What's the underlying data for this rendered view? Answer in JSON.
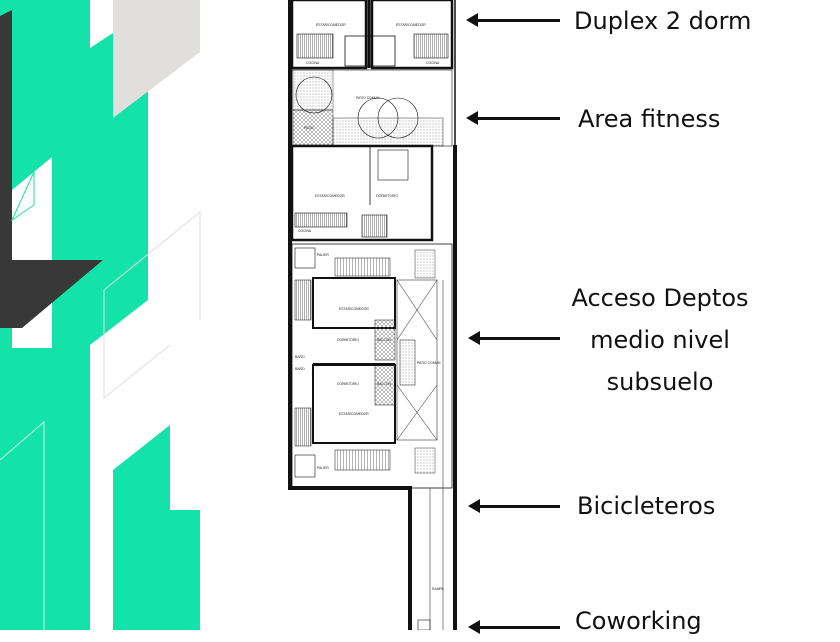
{
  "colors": {
    "accent": "#14e3a9",
    "dark": "#383838",
    "grey": "#e0dfdc"
  },
  "labels": {
    "duplex": "Duplex 2 dorm",
    "fitness": "Area fitness",
    "acceso_1": "Acceso Deptos",
    "acceso_2": "medio nivel",
    "acceso_3": "subsuelo",
    "bicicleteros": "Bicicleteros",
    "coworking": "Coworking"
  },
  "plan_labels": {
    "estar_comedor": "ESTAR/COMEDOR",
    "cocina": "COCINA",
    "patio_comun": "PATIO COMUN",
    "patio": "PATIO",
    "dormitorio": "DORMITORIO",
    "bano": "BAÑO",
    "palier": "PALIER",
    "balcon": "BALCON",
    "rampa": "RAMPA"
  }
}
